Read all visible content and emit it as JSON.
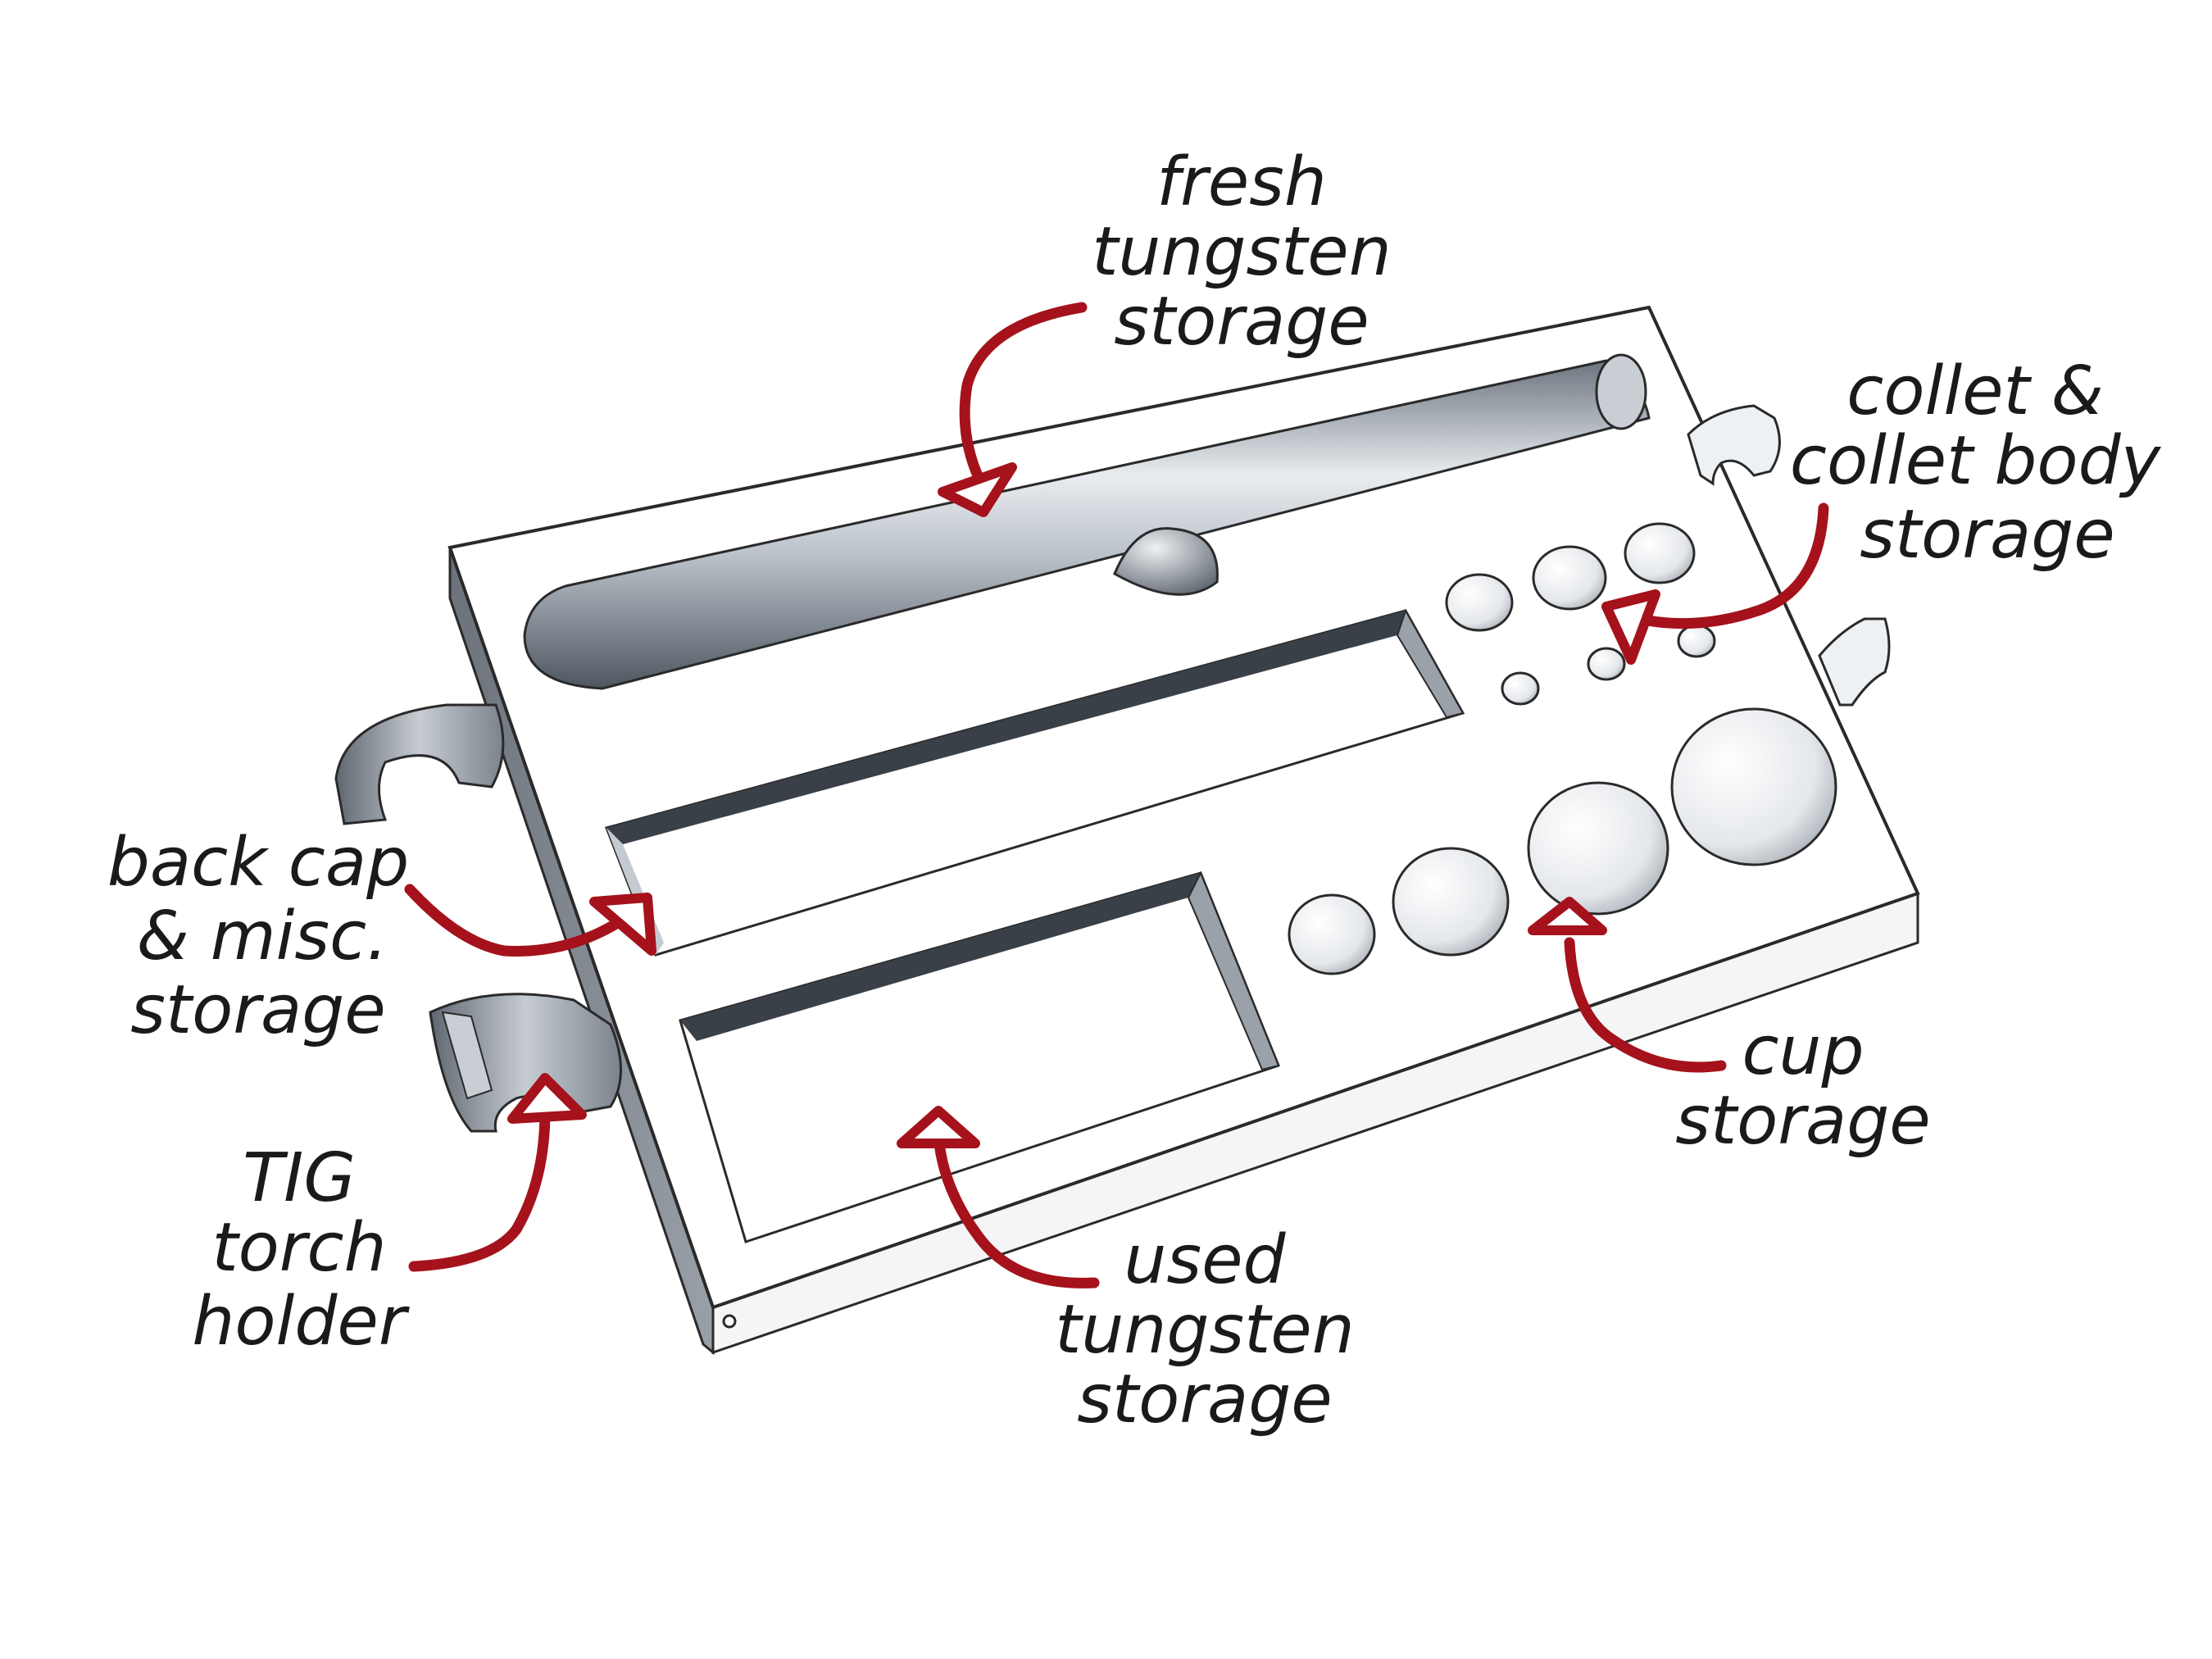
{
  "labels": {
    "fresh_tungsten": [
      "fresh",
      "tungsten",
      "storage"
    ],
    "collet": [
      "collet &",
      "collet body",
      "storage"
    ],
    "back_cap": [
      "back cap",
      "& misc.",
      "storage"
    ],
    "torch_holder": [
      "TIG",
      "torch",
      "holder"
    ],
    "cup": [
      "cup",
      "storage"
    ],
    "used_tungsten": [
      "used",
      "tungsten",
      "storage"
    ]
  },
  "colors": {
    "arrow": "#a5121b",
    "outline": "#2a2a2a",
    "tray_top": "#ffffff",
    "tray_side": "#8a9098",
    "tray_side_dark": "#6c727a",
    "metal_light": "#dfe3e8",
    "metal_dark": "#4e5660"
  }
}
